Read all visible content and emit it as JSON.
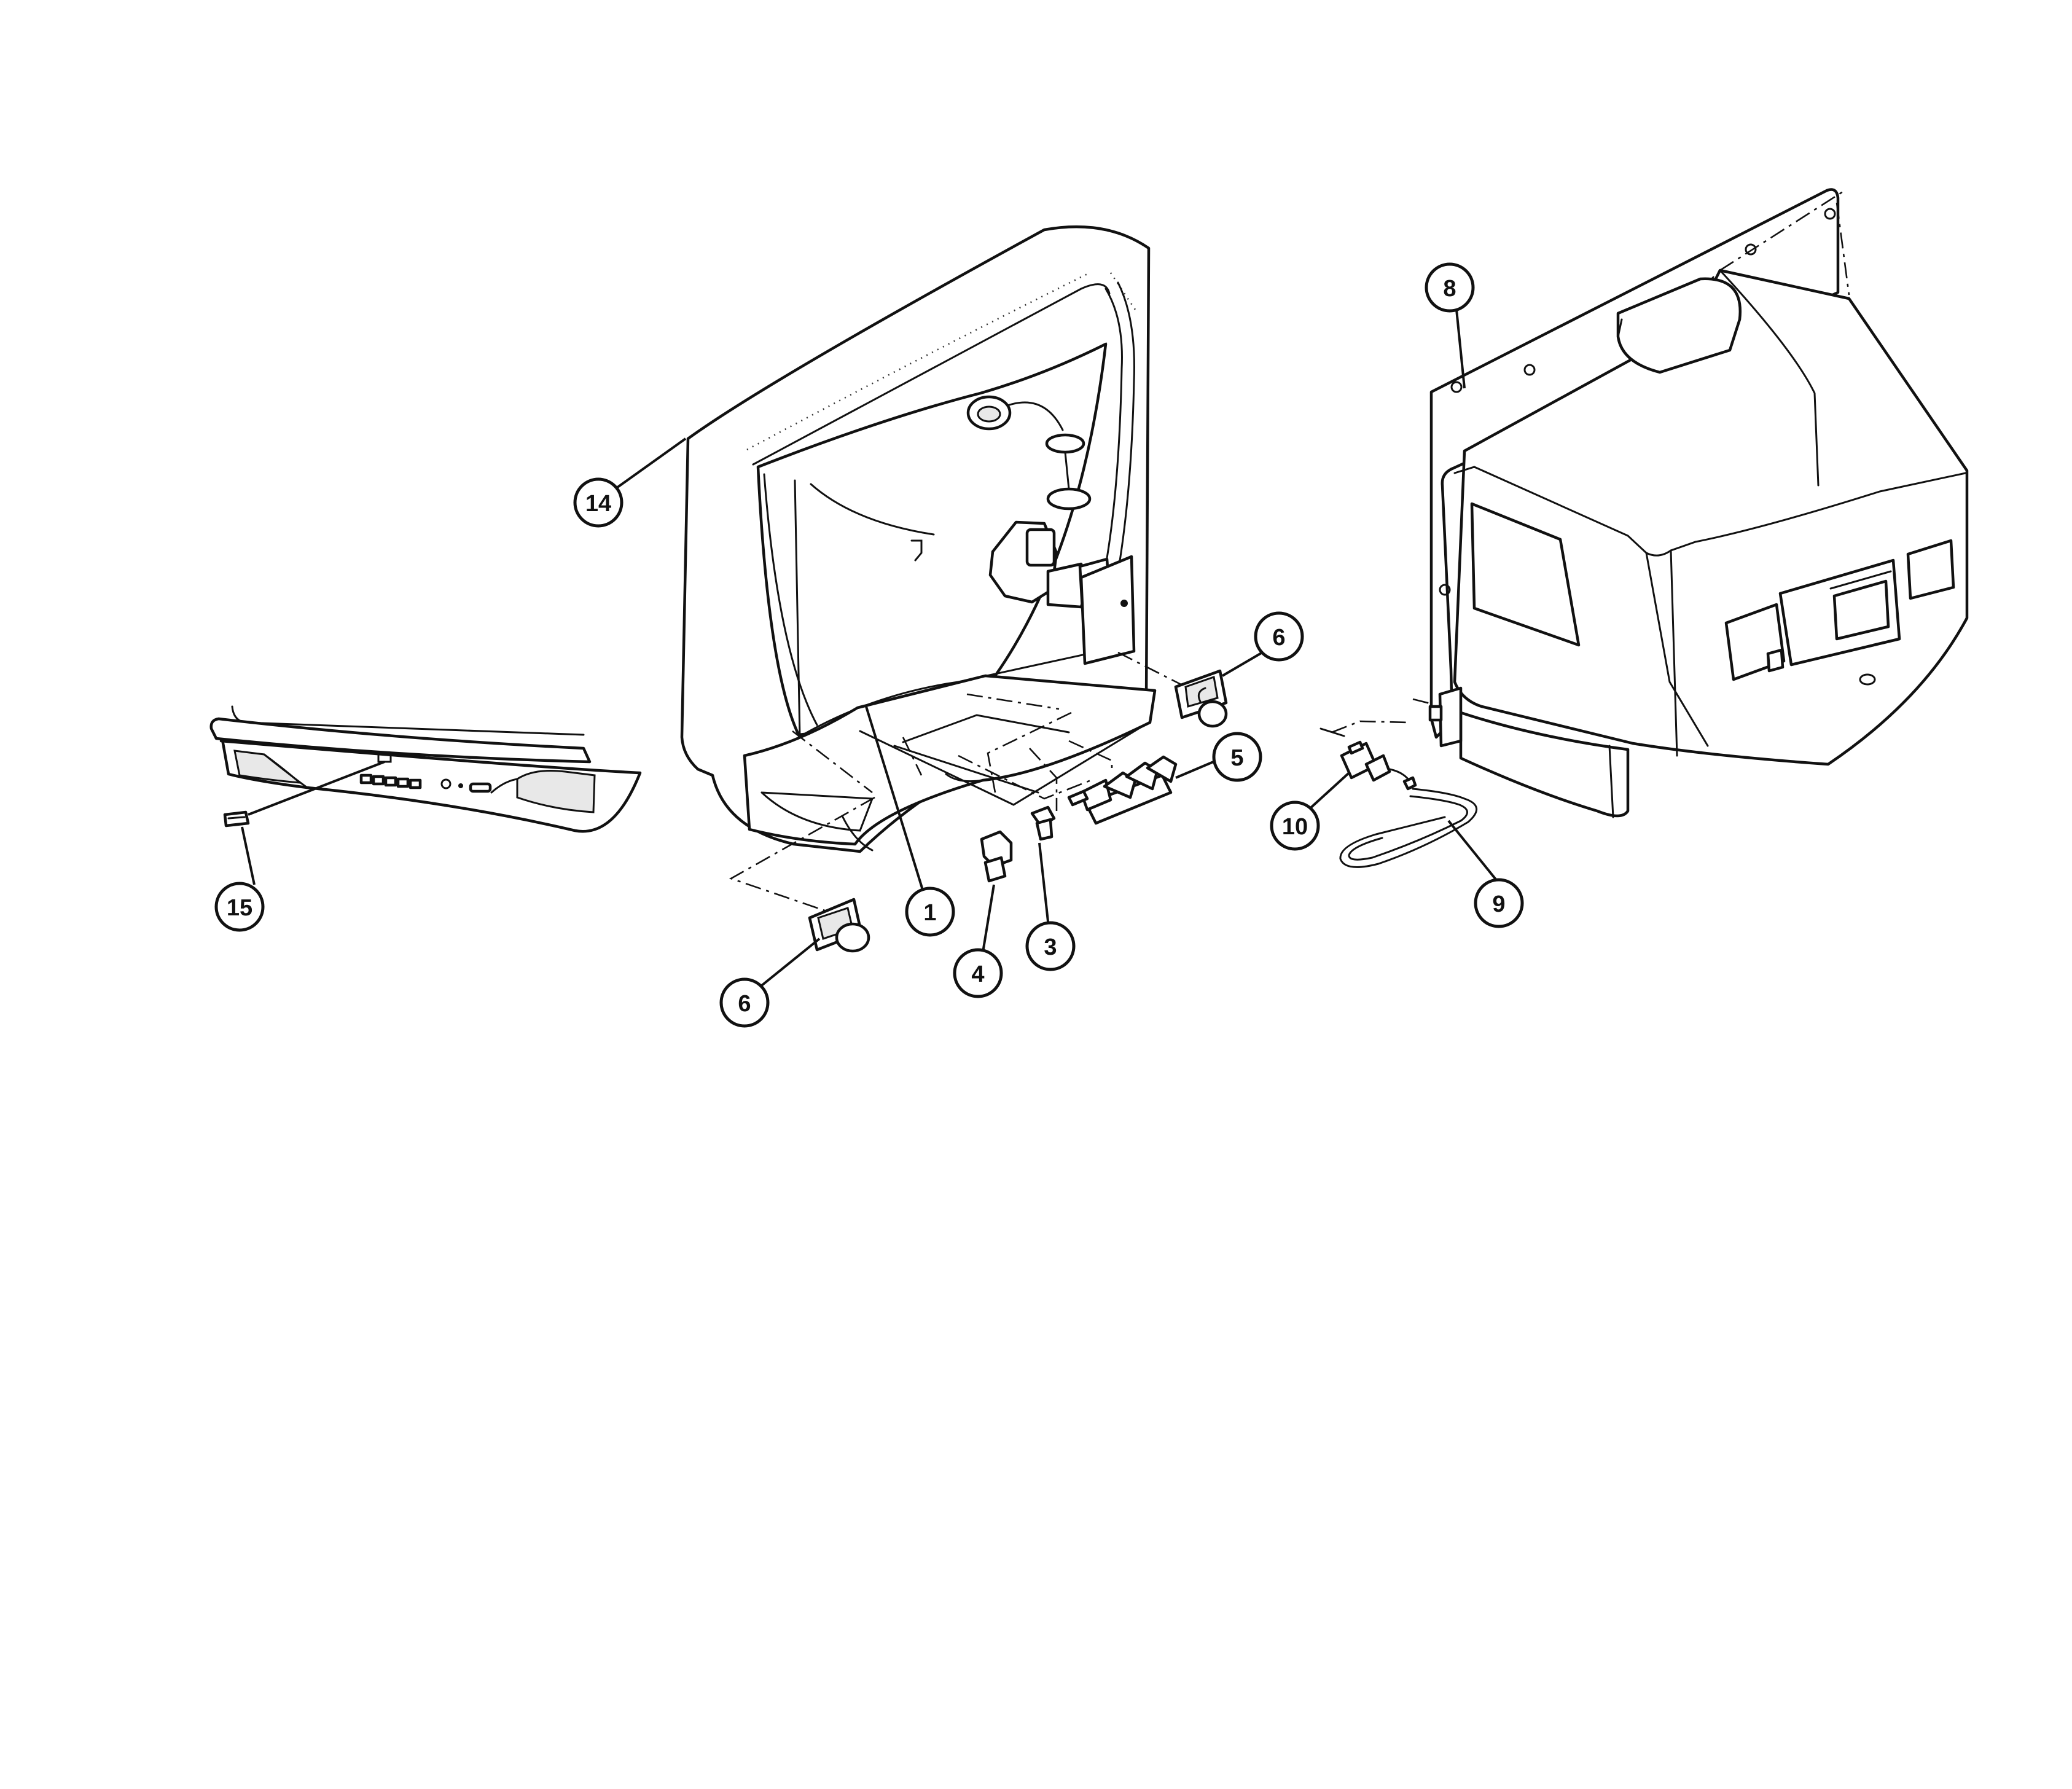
{
  "diagram": {
    "callouts": [
      {
        "id": "c1",
        "label": "1"
      },
      {
        "id": "c3",
        "label": "3"
      },
      {
        "id": "c4",
        "label": "4"
      },
      {
        "id": "c5",
        "label": "5"
      },
      {
        "id": "c6a",
        "label": "6"
      },
      {
        "id": "c6b",
        "label": "6"
      },
      {
        "id": "c8",
        "label": "8"
      },
      {
        "id": "c9",
        "label": "9"
      },
      {
        "id": "c10",
        "label": "10"
      },
      {
        "id": "c14",
        "label": "14"
      },
      {
        "id": "c15",
        "label": "15"
      }
    ]
  }
}
